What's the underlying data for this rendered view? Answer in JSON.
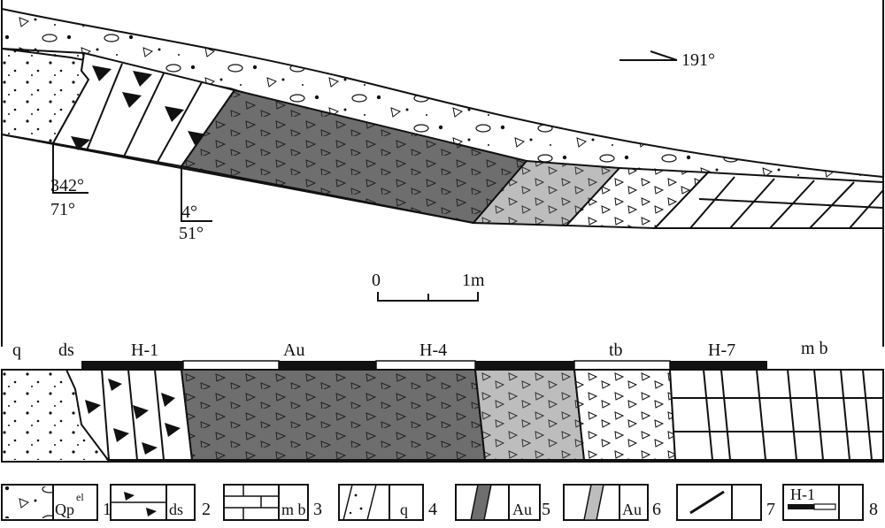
{
  "profile": {
    "orientation": "191°",
    "attitude_1": {
      "dip_direction": "342°",
      "dip_angle": "71°"
    },
    "attitude_2": {
      "dip_direction": "4°",
      "dip_angle": "51°"
    },
    "scale": {
      "start": "0",
      "end": "1m"
    }
  },
  "section": {
    "unit_labels": [
      "q",
      "ds",
      "H-1",
      "Au",
      "H-4",
      "tb",
      "H-7",
      "m b"
    ]
  },
  "legend": [
    {
      "number": "1",
      "code": "Qp",
      "code_sup": "el",
      "pattern": "quaternary-deposit"
    },
    {
      "number": "2",
      "code": "ds",
      "pattern": "dolomitic-breccia"
    },
    {
      "number": "3",
      "code": "m b",
      "pattern": "marble"
    },
    {
      "number": "4",
      "code": "q",
      "pattern": "quartzite"
    },
    {
      "number": "5",
      "code": "Au",
      "pattern": "gold-orebody-high-grade"
    },
    {
      "number": "6",
      "code": "Au",
      "pattern": "gold-orebody-low-grade"
    },
    {
      "number": "7",
      "code": "",
      "pattern": "fault"
    },
    {
      "number": "8",
      "code": "H-1",
      "pattern": "sample-position"
    }
  ],
  "colors": {
    "ore_dark": "#6e6e6e",
    "ore_light": "#bdbdbd",
    "ink": "#111111"
  }
}
